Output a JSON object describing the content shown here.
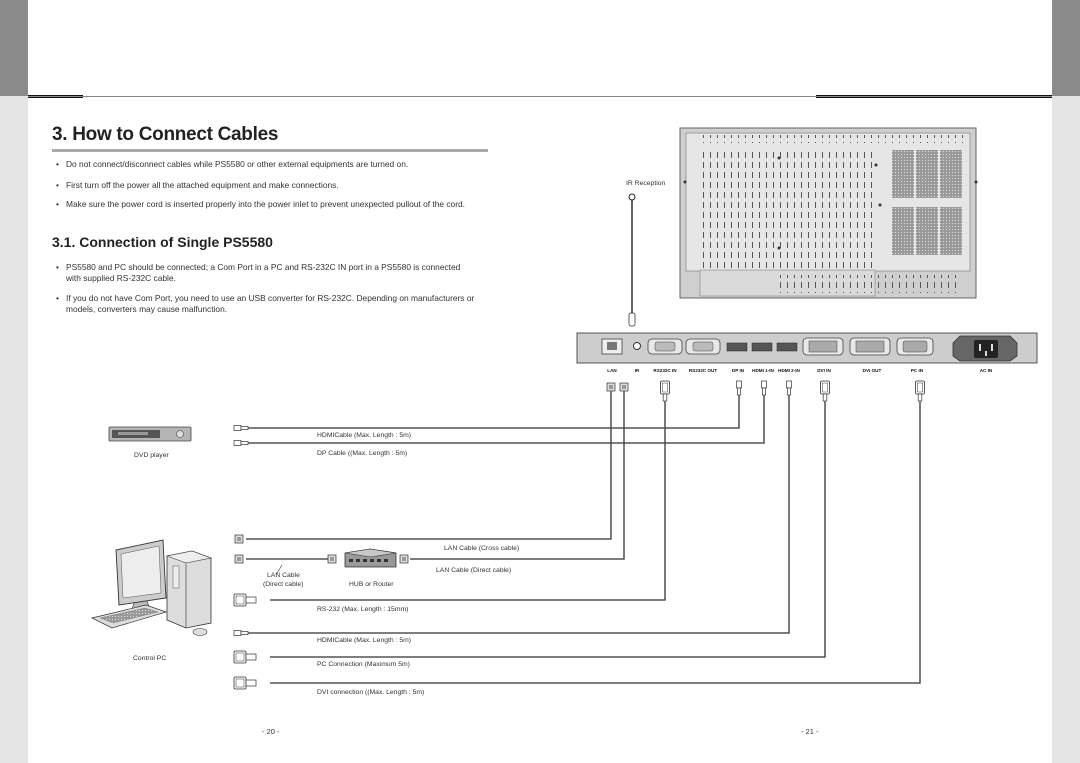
{
  "section_title": "3. How to Connect Cables",
  "intro_bullets": [
    "Do not connect/disconnect cables while PS5580 or other external equipments are turned on.",
    "First turn off the power all the attached equipment and make connections.",
    "Make sure the power cord is inserted properly into the power inlet to prevent unexpected pullout of the cord."
  ],
  "subsection_title": "3.1. Connection of Single PS5580",
  "sub_bullets": [
    "PS5580 and PC should be connected; a Com Port in a PC and RS-232C IN port in a PS5580 is connected with supplied RS-232C cable.",
    "If you do not have Com Port, you need to use an USB converter for RS-232C. Depending on manufacturers or models, converters may cause malfunction."
  ],
  "ir_reception": "IR Reception",
  "ports": [
    "LAN",
    "IR",
    "RS232C IN",
    "RS232C OUT",
    "DP IN",
    "HDMI 1-IN",
    "HDMI 2-IN",
    "DVI IN",
    "DVI OUT",
    "PC IN",
    "AC IN"
  ],
  "devices": {
    "dvd_player": "DVD player",
    "control_pc": "Control PC",
    "hub": "HUB or Router",
    "lan_cable_direct": [
      "LAN Cable",
      "(Direct cable)"
    ]
  },
  "cables": {
    "hdmi_dvd": "HDMICable (Max. Length : 5m)",
    "dp": "DP Cable ((Max. Length : 5m)",
    "lan_cross": "LAN Cable (Cross cable)",
    "lan_direct": "LAN Cable (Direct cable)",
    "rs232": "RS-232 (Max. Length :  15mm)",
    "hdmi_pc": "HDMICable (Max. Length : 5m)",
    "pc_conn": "PC Connection  (Maximum 5m)",
    "dvi_conn": "DVI connection  ((Max. Length : 5m)"
  },
  "page_left": "- 20 -",
  "page_right": "- 21 -"
}
